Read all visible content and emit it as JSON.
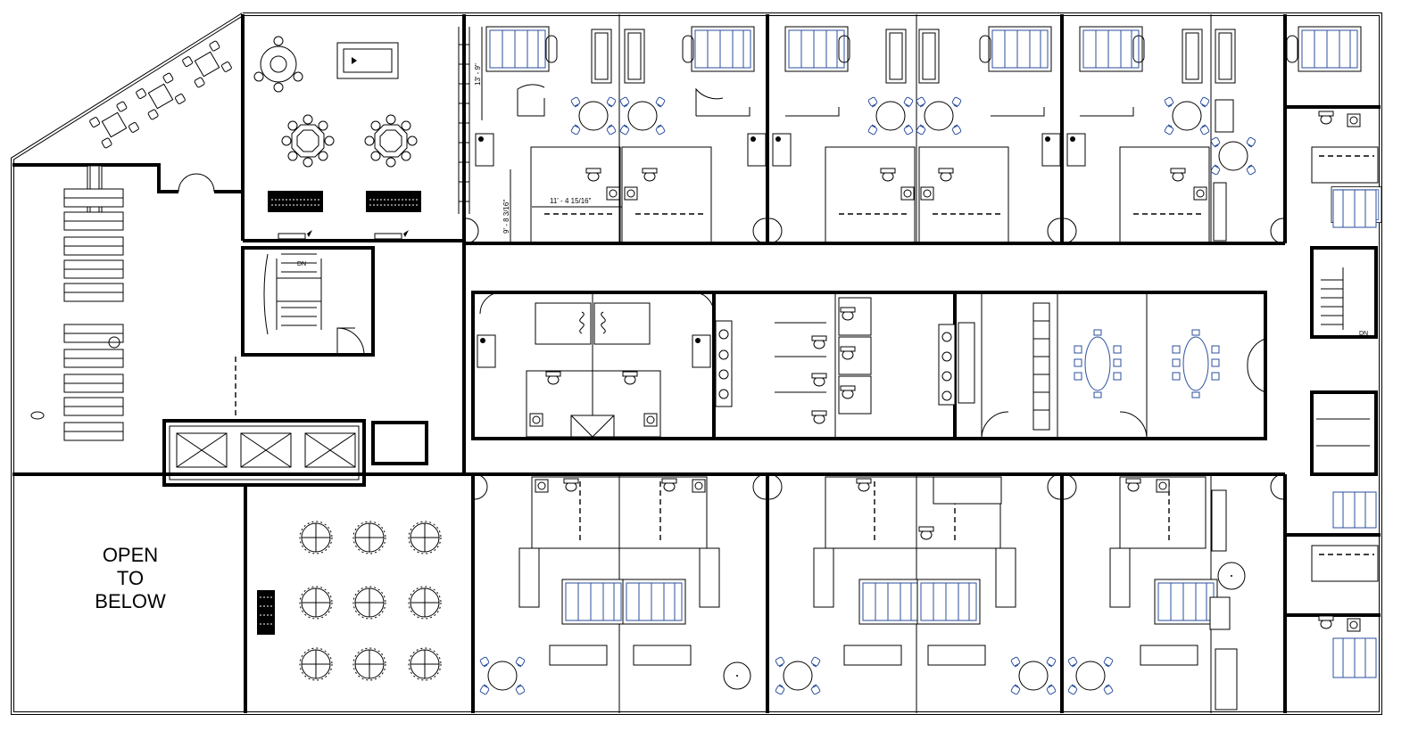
{
  "plan": {
    "open_area_label": [
      "OPEN",
      "TO",
      "BELOW"
    ],
    "stair_labels": [
      "DN",
      "DN"
    ],
    "dimensions": [
      "13' - 9\"",
      "11' - 4 15/16\"",
      "9' - 8 3/16\""
    ],
    "colors": {
      "walls": "#000000",
      "furniture_accent": "#2b4f9e",
      "background": "#ffffff"
    }
  }
}
